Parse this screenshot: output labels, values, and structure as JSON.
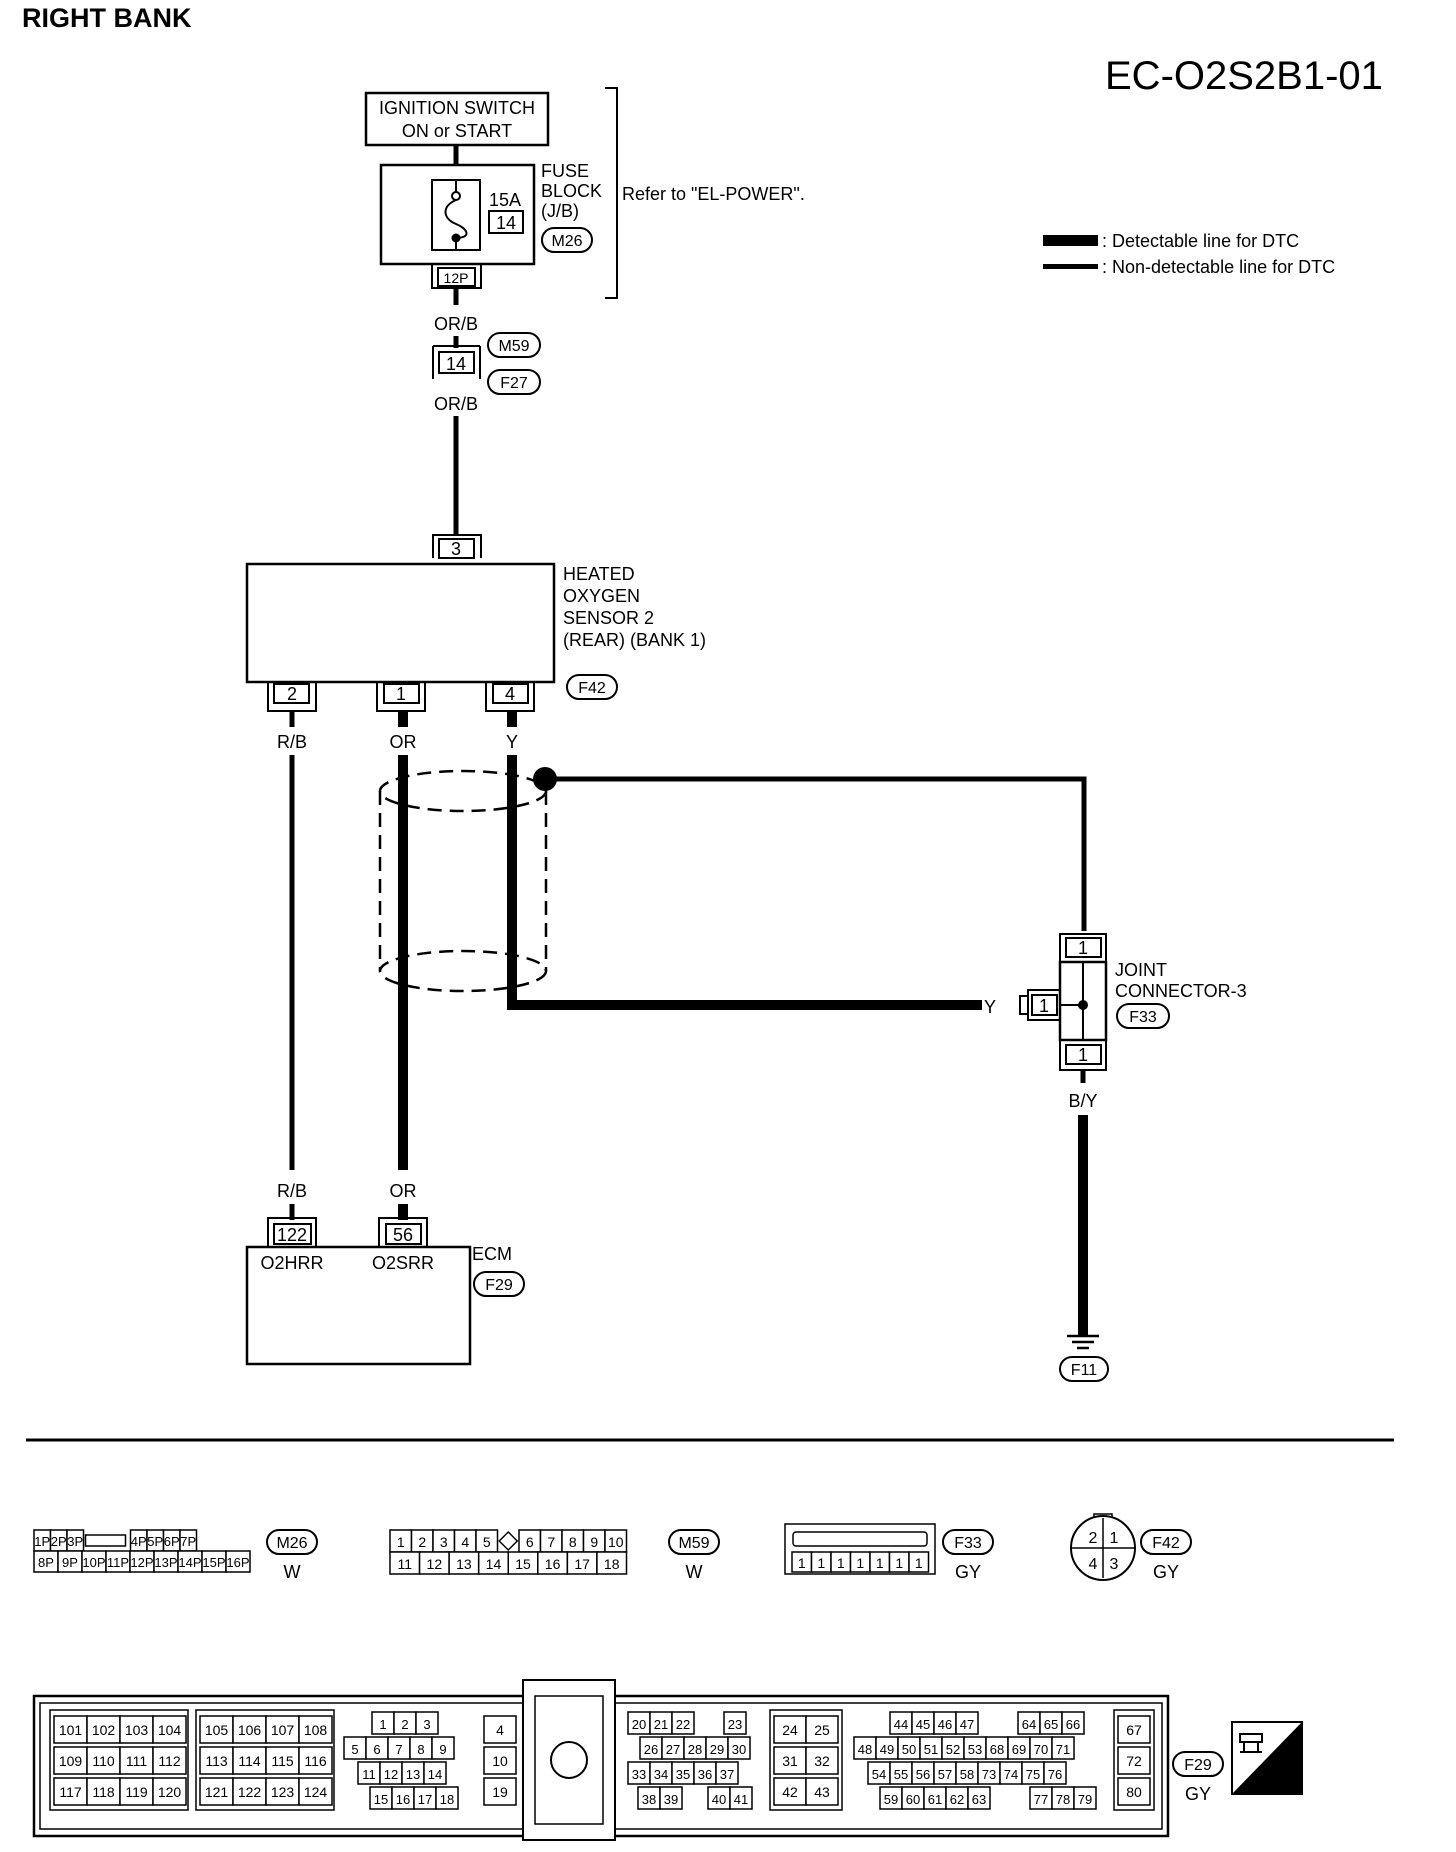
{
  "page": {
    "title": "RIGHT BANK",
    "diagram_code": "EC-O2S2B1-01"
  },
  "legend": {
    "detectable": ": Detectable line for DTC",
    "non_detectable": ": Non-detectable line for DTC"
  },
  "power": {
    "ignition_line1": "IGNITION SWITCH",
    "ignition_line2": "ON or START",
    "fuse_line1": "FUSE",
    "fuse_line2": "BLOCK",
    "fuse_line3": "(J/B)",
    "fuse_rating": "15A",
    "fuse_number": "14",
    "fuse_connector": "M26",
    "fuse_terminal": "12P",
    "refer": "Refer to \"EL-POWER\"."
  },
  "wires": {
    "power_top": "OR/B",
    "power_bottom": "OR/B",
    "rb_top": "R/B",
    "or_top": "OR",
    "y_top": "Y",
    "y_joint": "Y",
    "by_label": "B/Y",
    "rb_bottom": "R/B",
    "or_bottom": "OR"
  },
  "inline_connector": {
    "pin": "14",
    "conn_top": "M59",
    "conn_bottom": "F27"
  },
  "sensor": {
    "line1": "HEATED",
    "line2": "OXYGEN",
    "line3": "SENSOR 2",
    "line4": "(REAR) (BANK 1)",
    "pin_top": "3",
    "pin_a": "2",
    "pin_b": "1",
    "pin_c": "4",
    "connector": "F42"
  },
  "joint": {
    "line1": "JOINT",
    "line2": "CONNECTOR-3",
    "connector": "F33",
    "pin_top": "1",
    "pin_left": "1",
    "pin_bottom": "1"
  },
  "ground": {
    "connector": "F11"
  },
  "ecm": {
    "label": "ECM",
    "connector": "F29",
    "pin_a": "122",
    "pin_b": "56",
    "name_a": "O2HRR",
    "name_b": "O2SRR"
  },
  "connectors": {
    "m26": {
      "id": "M26",
      "color": "W",
      "row1": [
        "1P",
        "2P",
        "3P",
        "",
        "4P",
        "5P",
        "6P",
        "7P"
      ],
      "row2": [
        "8P",
        "9P",
        "10P",
        "11P",
        "12P",
        "13P",
        "14P",
        "15P",
        "16P"
      ]
    },
    "m59": {
      "id": "M59",
      "color": "W",
      "row1": [
        "1",
        "2",
        "3",
        "4",
        "5",
        "",
        "6",
        "7",
        "8",
        "9",
        "10"
      ],
      "row2": [
        "11",
        "12",
        "13",
        "14",
        "15",
        "16",
        "17",
        "18"
      ]
    },
    "f33": {
      "id": "F33",
      "color": "GY",
      "pins": [
        "1",
        "1",
        "1",
        "1",
        "1",
        "1",
        "1"
      ]
    },
    "f42": {
      "id": "F42",
      "color": "GY",
      "pins": [
        "2",
        "1",
        "4",
        "3"
      ]
    },
    "f29": {
      "id": "F29",
      "color": "GY",
      "blockA": [
        [
          "101",
          "102",
          "103",
          "104"
        ],
        [
          "109",
          "110",
          "111",
          "112"
        ],
        [
          "117",
          "118",
          "119",
          "120"
        ]
      ],
      "blockB": [
        [
          "105",
          "106",
          "107",
          "108"
        ],
        [
          "113",
          "114",
          "115",
          "116"
        ],
        [
          "121",
          "122",
          "123",
          "124"
        ]
      ],
      "blockC": [
        [
          "1",
          "2",
          "3"
        ],
        [
          "5",
          "6",
          "7",
          "8",
          "9"
        ],
        [
          "11",
          "12",
          "13",
          "14"
        ],
        [
          "15",
          "16",
          "17",
          "18"
        ]
      ],
      "blockD": [
        "4",
        "10",
        "19"
      ],
      "blockE": [
        [
          "20",
          "21",
          "22",
          "23"
        ],
        [
          "26",
          "27",
          "28",
          "29",
          "30"
        ],
        [
          "33",
          "34",
          "35",
          "36",
          "37"
        ],
        [
          "38",
          "39",
          "40",
          "41"
        ]
      ],
      "blockF": [
        [
          "24",
          "25"
        ],
        [
          "31",
          "32"
        ],
        [
          "42",
          "43"
        ]
      ],
      "blockG": [
        [
          "44",
          "45",
          "46",
          "47",
          "64",
          "65",
          "66"
        ],
        [
          "48",
          "49",
          "50",
          "51",
          "52",
          "53",
          "68",
          "69",
          "70",
          "71"
        ],
        [
          "54",
          "55",
          "56",
          "57",
          "58",
          "73",
          "74",
          "75",
          "76"
        ],
        [
          "59",
          "60",
          "61",
          "62",
          "63",
          "77",
          "78",
          "79"
        ]
      ],
      "blockH": [
        "67",
        "72",
        "80"
      ]
    },
    "hs": "H.S."
  }
}
